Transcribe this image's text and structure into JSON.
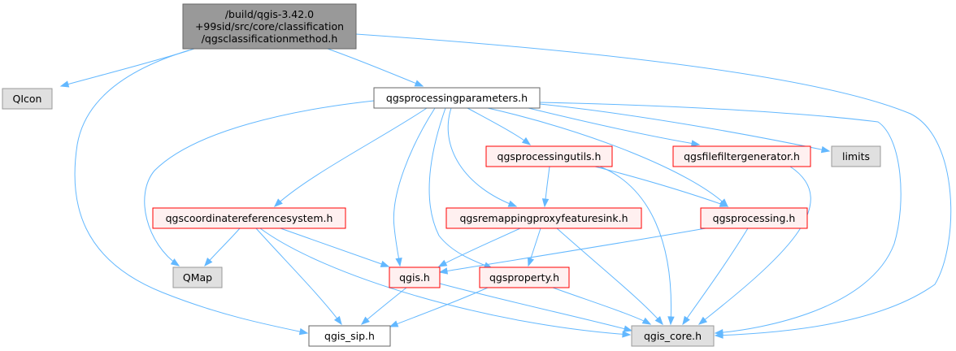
{
  "nodes": [
    {
      "id": "root",
      "lines": [
        "/build/qgis-3.42.0",
        "+99sid/src/core/classification",
        "/qgsclassificationmethod.h"
      ],
      "style": "focus"
    },
    {
      "id": "qicon",
      "lines": [
        "QIcon"
      ],
      "style": "external"
    },
    {
      "id": "params",
      "lines": [
        "qgsprocessingparameters.h"
      ],
      "style": "plain"
    },
    {
      "id": "procutils",
      "lines": [
        "qgsprocessingutils.h"
      ],
      "style": "red"
    },
    {
      "id": "filefilter",
      "lines": [
        "qgsfilefiltergenerator.h"
      ],
      "style": "red"
    },
    {
      "id": "limits",
      "lines": [
        "limits"
      ],
      "style": "external"
    },
    {
      "id": "crs",
      "lines": [
        "qgscoordinatereferencesystem.h"
      ],
      "style": "red"
    },
    {
      "id": "remap",
      "lines": [
        "qgsremappingproxyfeaturesink.h"
      ],
      "style": "red"
    },
    {
      "id": "processing",
      "lines": [
        "qgsprocessing.h"
      ],
      "style": "red"
    },
    {
      "id": "qmap",
      "lines": [
        "QMap"
      ],
      "style": "external"
    },
    {
      "id": "qgis",
      "lines": [
        "qgis.h"
      ],
      "style": "red"
    },
    {
      "id": "property",
      "lines": [
        "qgsproperty.h"
      ],
      "style": "red"
    },
    {
      "id": "sip",
      "lines": [
        "qgis_sip.h"
      ],
      "style": "plain"
    },
    {
      "id": "core",
      "lines": [
        "qgis_core.h"
      ],
      "style": "external"
    }
  ],
  "edges": [
    [
      "root",
      "qicon"
    ],
    [
      "root",
      "params"
    ],
    [
      "root",
      "sip"
    ],
    [
      "root",
      "core"
    ],
    [
      "params",
      "qmap"
    ],
    [
      "params",
      "crs"
    ],
    [
      "params",
      "qgis"
    ],
    [
      "params",
      "property"
    ],
    [
      "params",
      "remap"
    ],
    [
      "params",
      "procutils"
    ],
    [
      "params",
      "processing"
    ],
    [
      "params",
      "filefilter"
    ],
    [
      "params",
      "limits"
    ],
    [
      "params",
      "core"
    ],
    [
      "procutils",
      "remap"
    ],
    [
      "procutils",
      "processing"
    ],
    [
      "procutils",
      "core"
    ],
    [
      "filefilter",
      "core"
    ],
    [
      "crs",
      "qmap"
    ],
    [
      "crs",
      "qgis"
    ],
    [
      "crs",
      "sip"
    ],
    [
      "crs",
      "core"
    ],
    [
      "remap",
      "qgis"
    ],
    [
      "remap",
      "property"
    ],
    [
      "remap",
      "core"
    ],
    [
      "processing",
      "qgis"
    ],
    [
      "processing",
      "core"
    ],
    [
      "qgis",
      "sip"
    ],
    [
      "qgis",
      "core"
    ],
    [
      "property",
      "sip"
    ],
    [
      "property",
      "core"
    ]
  ],
  "colors": {
    "edge": "#63b8ff",
    "focus_fill": "#999999",
    "focus_stroke": "#666666",
    "external_fill": "#e0e0e0",
    "external_stroke": "#999999",
    "plain_fill": "#ffffff",
    "plain_stroke": "#666666",
    "red_fill": "#fff0f0",
    "red_stroke": "#ff0000"
  }
}
